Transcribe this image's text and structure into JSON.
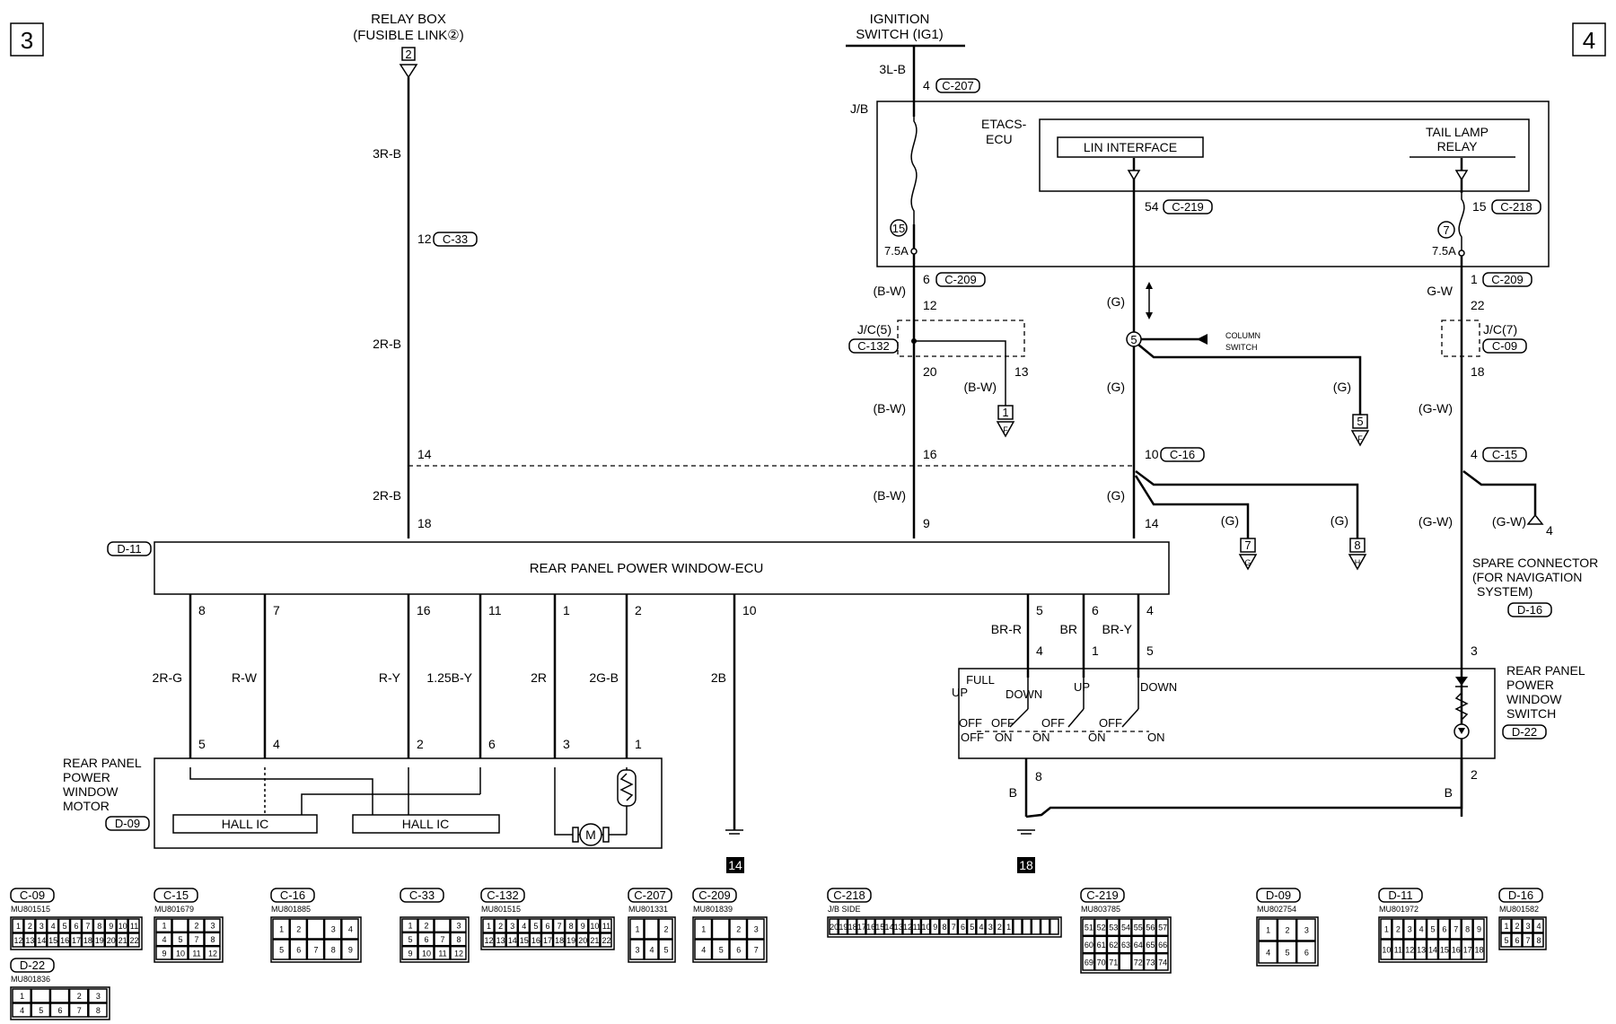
{
  "page": {
    "left_num": "3",
    "right_num": "4"
  },
  "top": {
    "relay_line1": "RELAY BOX",
    "relay_line2": "(FUSIBLE LINK②)",
    "relay_pin": "2",
    "ign_line1": "IGNITION",
    "ign_line2": "SWITCH (IG1)",
    "ign_wire": "3L-B",
    "ign_pin": "4",
    "ign_conn": "C-207"
  },
  "jb": {
    "label": "J/B",
    "etacs1": "ETACS-",
    "etacs2": "ECU",
    "lin": "LIN INTERFACE",
    "tail1": "TAIL LAMP",
    "tail2": "RELAY",
    "fuse_a_num": "15",
    "fuse_a_amp": "7.5A",
    "fuse_b_num": "7",
    "fuse_b_amp": "7.5A",
    "pin54": "54",
    "conn219": "C-219",
    "pin15": "15",
    "conn218": "C-218"
  },
  "left_wire": {
    "w1": "3R-B",
    "p12": "12",
    "c33": "C-33",
    "w2": "2R-B",
    "p14": "14",
    "w3": "2R-B",
    "p18": "18"
  },
  "col2": {
    "bw1": "(B-W)",
    "p6": "6",
    "c209": "C-209",
    "p12": "12",
    "jc5": "J/C(5)",
    "c132": "C-132",
    "p20": "20",
    "p13": "13",
    "bw_branch": "(B-W)",
    "gnd1": "1",
    "gnd1_letter": "F",
    "bw2": "(B-W)",
    "p16": "16",
    "bw3": "(B-W)",
    "p9": "9"
  },
  "col3": {
    "g1": "(G)",
    "col_sw1": "COLUMN",
    "col_sw2": "SWITCH",
    "node": "5",
    "g_branch": "(G)",
    "g2": "(G)",
    "p10": "10",
    "c16": "C-16",
    "g3": "(G)",
    "p14": "14",
    "gb7": "(G)",
    "gb8": "(G)",
    "to5": "5",
    "to5_l": "F",
    "to7": "7",
    "to7_l": "G",
    "to8": "8",
    "to8_l": "H"
  },
  "col4": {
    "gw": "G-W",
    "p1": "1",
    "c209": "C-209",
    "p22": "22",
    "jc7": "J/C(7)",
    "c09": "C-09",
    "p18": "18",
    "gw2": "(G-W)",
    "p4": "4",
    "c15": "C-15",
    "gw3": "(G-W)",
    "gw_sp": "(G-W)",
    "sp_pin": "4",
    "sp1": "SPARE CONNECTOR",
    "sp2": "(FOR NAVIGATION",
    "sp3": "SYSTEM)",
    "d16": "D-16",
    "p3": "3"
  },
  "ecu": {
    "conn": "D-11",
    "name": "REAR PANEL POWER WINDOW-ECU",
    "pins": [
      {
        "pin": "8",
        "wire": "2R-G",
        "mpin": "5"
      },
      {
        "pin": "7",
        "wire": "R-W",
        "mpin": "4"
      },
      {
        "pin": "16",
        "wire": "R-Y",
        "mpin": "2"
      },
      {
        "pin": "11",
        "wire": "1.25B-Y",
        "mpin": "6"
      },
      {
        "pin": "1",
        "wire": "2R",
        "mpin": "3"
      },
      {
        "pin": "2",
        "wire": "2G-B",
        "mpin": "1"
      },
      {
        "pin": "10",
        "wire": "2B",
        "mpin": ""
      }
    ],
    "gnd14": "14"
  },
  "motor": {
    "l1": "REAR PANEL",
    "l2": "POWER",
    "l3": "WINDOW",
    "l4": "MOTOR",
    "conn": "D-09",
    "hall1": "HALL IC",
    "hall2": "HALL IC",
    "m": "M"
  },
  "switch": {
    "w_brr": "BR-R",
    "w_br": "BR",
    "w_bry": "BR-Y",
    "ep5": "5",
    "ep6": "6",
    "ep4": "4",
    "sp4": "4",
    "sp1": "1",
    "sp5": "5",
    "full": "FULL",
    "up1": "UP",
    "down1": "DOWN",
    "up2": "UP",
    "down2": "DOWN",
    "off1": "OFF",
    "off2": "OFF",
    "off3": "OFF",
    "off4": "OFF",
    "on1": "ON",
    "on2": "ON",
    "on3": "ON",
    "on4": "ON",
    "l1": "REAR PANEL",
    "l2": "POWER",
    "l3": "WINDOW",
    "l4": "SWITCH",
    "conn": "D-22",
    "p8": "8",
    "b1": "B",
    "p2": "2",
    "b2": "B",
    "gnd18": "18"
  },
  "connectors": {
    "c09": {
      "name": "C-09",
      "part": "MU801515"
    },
    "c15": {
      "name": "C-15",
      "part": "MU801679"
    },
    "c16": {
      "name": "C-16",
      "part": "MU801885"
    },
    "c33": {
      "name": "C-33",
      "part": ""
    },
    "c132": {
      "name": "C-132",
      "part": "MU801515"
    },
    "c207": {
      "name": "C-207",
      "part": "MU801331"
    },
    "c209": {
      "name": "C-209",
      "part": "MU801839"
    },
    "c218": {
      "name": "C-218",
      "part": "J/B SIDE"
    },
    "c219": {
      "name": "C-219",
      "part": "MU803785"
    },
    "d09": {
      "name": "D-09",
      "part": "MU802754"
    },
    "d11": {
      "name": "D-11",
      "part": "MU801972"
    },
    "d16": {
      "name": "D-16",
      "part": "MU801582"
    },
    "d22": {
      "name": "D-22",
      "part": "MU801836"
    }
  }
}
